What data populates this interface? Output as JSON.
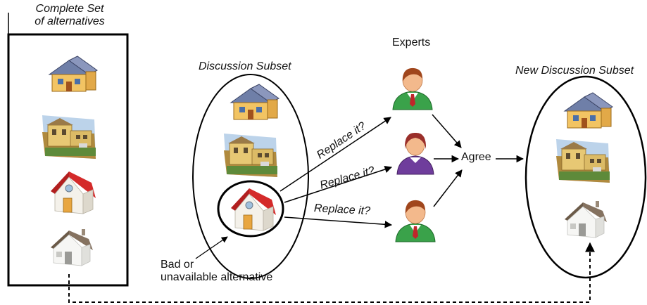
{
  "titles": {
    "complete_line1": "Complete Set",
    "complete_line2": "of alternatives",
    "discussion": "Discussion Subset",
    "experts": "Experts",
    "new_discussion": "New Discussion Subset"
  },
  "arrow_labels": {
    "replace_1": "Replace it?",
    "replace_2": "Replace it?",
    "replace_3": "Replace it?"
  },
  "agree": "Agree",
  "note": {
    "line1": "Bad or",
    "line2": "unavailable alternative"
  },
  "icons": {
    "houses": [
      "blue-roof-house-icon",
      "villa-photo-icon",
      "red-roof-house-icon",
      "brown-roof-house-icon"
    ],
    "experts": [
      "expert-green-icon",
      "expert-purple-icon",
      "expert-green-icon"
    ]
  },
  "colors": {
    "expert_green": "#3aa24a",
    "expert_purple": "#6f3d9c",
    "house_red_roof": "#d42a2a",
    "house_blue_roof": "#6f7fa8"
  }
}
